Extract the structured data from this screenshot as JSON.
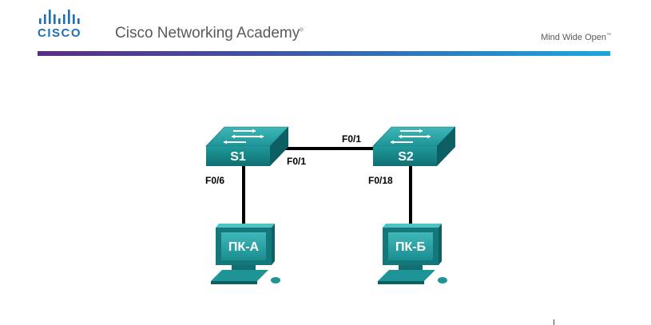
{
  "header": {
    "logo_text": "CISCO",
    "title": "Cisco Networking Academy",
    "title_mark": "®",
    "tagline": "Mind Wide Open",
    "tagline_mark": "™"
  },
  "colors": {
    "logo_blue": "#1e6fb4",
    "device_teal": "#1a8f92",
    "bar_start": "#5b2c83",
    "bar_end": "#1ca7dc"
  },
  "topology": {
    "switches": [
      {
        "label": "S1",
        "icon": "switch-icon"
      },
      {
        "label": "S2",
        "icon": "switch-icon"
      }
    ],
    "pcs": [
      {
        "label": "ПК-А",
        "icon": "pc-icon"
      },
      {
        "label": "ПК-Б",
        "icon": "pc-icon"
      }
    ],
    "ports": {
      "s1_f01": "F0/1",
      "s2_f01": "F0/1",
      "s1_f06": "F0/6",
      "s2_f018": "F0/18"
    },
    "links": [
      {
        "from": "S1 F0/1",
        "to": "S2 F0/1"
      },
      {
        "from": "S1 F0/6",
        "to": "ПК-А"
      },
      {
        "from": "S2 F0/18",
        "to": "ПК-Б"
      }
    ]
  }
}
